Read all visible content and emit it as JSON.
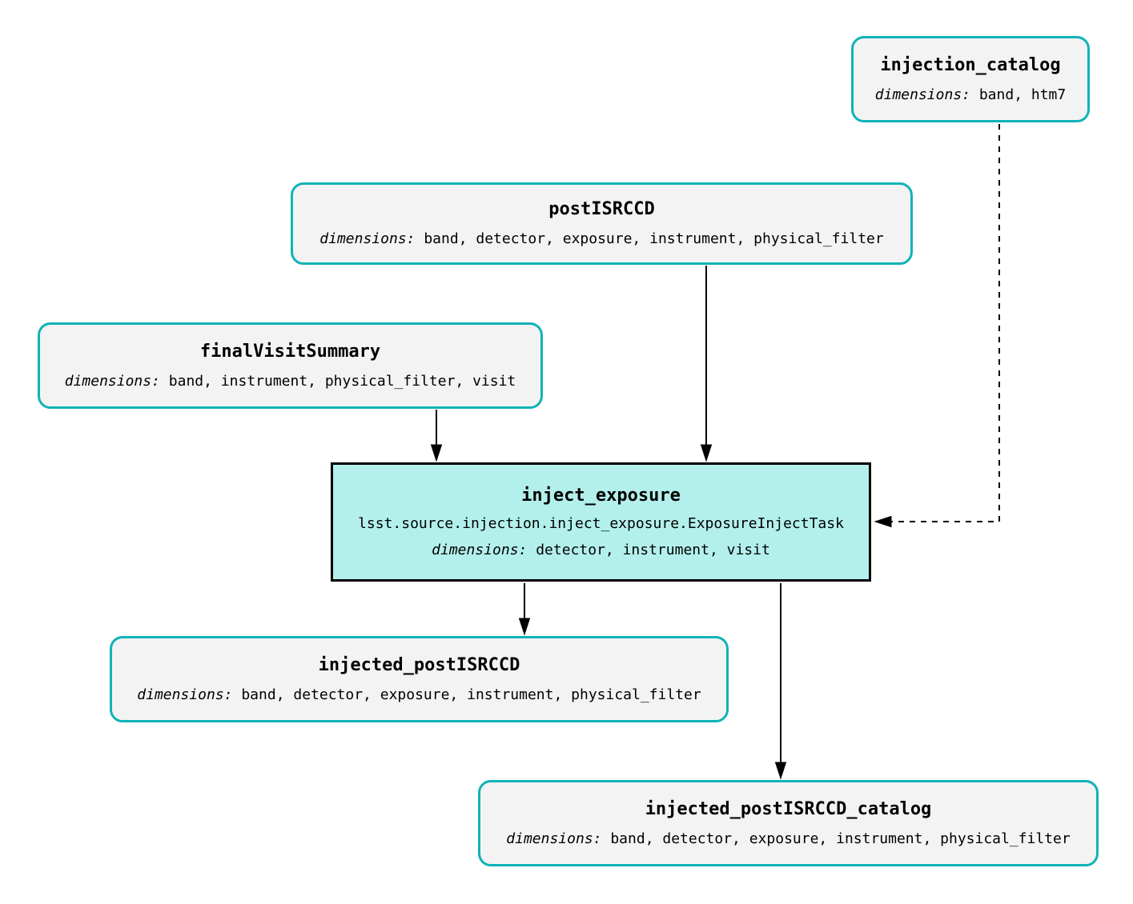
{
  "diagram": {
    "dimensions_label": "dimensions:",
    "colors": {
      "dataset_border": "#10b3b7",
      "dataset_fill": "#f3f3f3",
      "task_border": "#000000",
      "task_fill": "#b3f0ec",
      "edge": "#000000",
      "text": "#000000"
    },
    "nodes": [
      {
        "id": "injection_catalog",
        "type": "dataset",
        "title": "injection_catalog",
        "dimensions": "band, htm7"
      },
      {
        "id": "postISRCCD",
        "type": "dataset",
        "title": "postISRCCD",
        "dimensions": "band, detector, exposure, instrument, physical_filter"
      },
      {
        "id": "finalVisitSummary",
        "type": "dataset",
        "title": "finalVisitSummary",
        "dimensions": "band, instrument, physical_filter, visit"
      },
      {
        "id": "inject_exposure",
        "type": "task",
        "title": "inject_exposure",
        "task_class": "lsst.source.injection.inject_exposure.ExposureInjectTask",
        "dimensions": "detector, instrument, visit"
      },
      {
        "id": "injected_postISRCCD",
        "type": "dataset",
        "title": "injected_postISRCCD",
        "dimensions": "band, detector, exposure, instrument, physical_filter"
      },
      {
        "id": "injected_postISRCCD_catalog",
        "type": "dataset",
        "title": "injected_postISRCCD_catalog",
        "dimensions": "band, detector, exposure, instrument, physical_filter"
      }
    ],
    "edges": [
      {
        "from": "postISRCCD",
        "to": "inject_exposure",
        "style": "solid"
      },
      {
        "from": "finalVisitSummary",
        "to": "inject_exposure",
        "style": "solid"
      },
      {
        "from": "injection_catalog",
        "to": "inject_exposure",
        "style": "dashed"
      },
      {
        "from": "inject_exposure",
        "to": "injected_postISRCCD",
        "style": "solid"
      },
      {
        "from": "inject_exposure",
        "to": "injected_postISRCCD_catalog",
        "style": "solid"
      }
    ]
  }
}
